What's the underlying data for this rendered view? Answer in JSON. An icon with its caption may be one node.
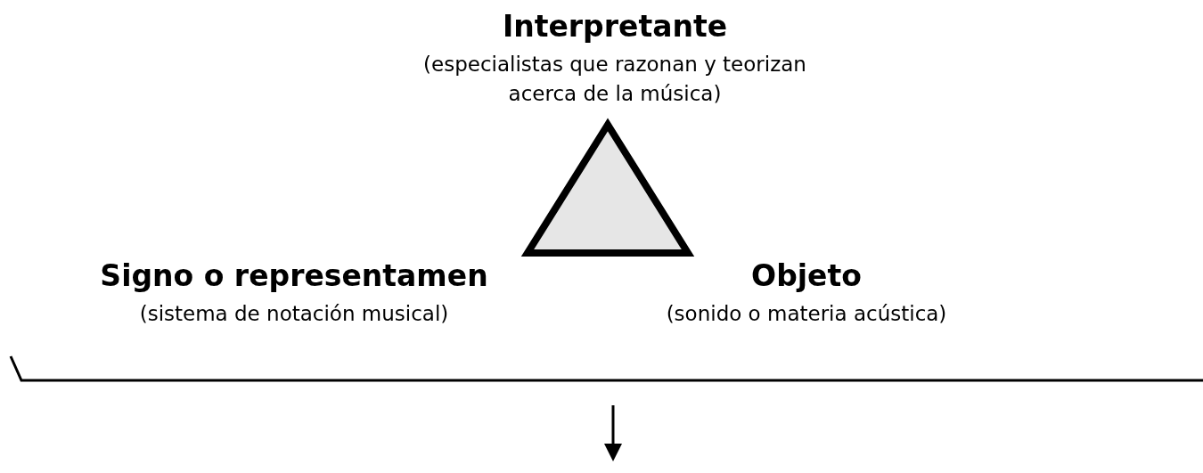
{
  "diagram": {
    "nodes": [
      {
        "text": [
          "Interpretante",
          "(especialistas que razonan y teorizan acerca de la música)"
        ]
      },
      {
        "text": [
          "Signo o representamen",
          "(sistema de notación musical)"
        ]
      },
      {
        "text": [
          "Objeto",
          "(sonido o materia acústica)"
        ]
      }
    ]
  }
}
